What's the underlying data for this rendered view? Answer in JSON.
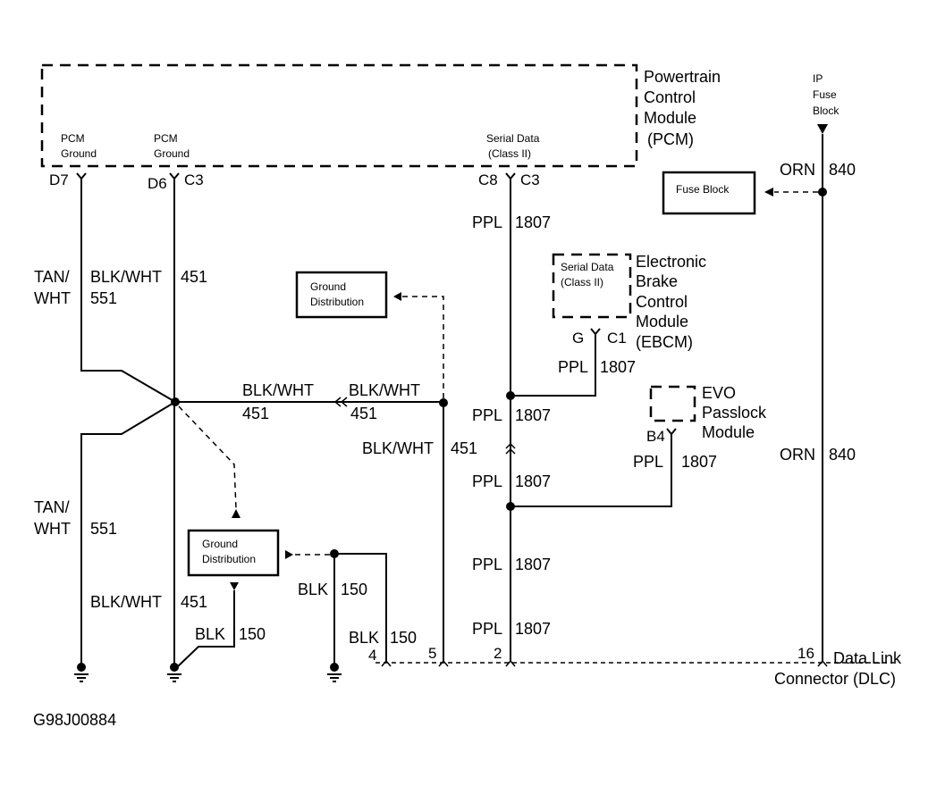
{
  "diagram_id": "G98J00884",
  "modules": {
    "pcm": {
      "name_lines": [
        "Powertrain",
        "Control",
        "Module",
        "(PCM)"
      ],
      "ground1": [
        "PCM",
        "Ground"
      ],
      "ground2": [
        "PCM",
        "Ground"
      ],
      "serial": [
        "Serial Data",
        "(Class II)"
      ],
      "pins": {
        "d7": "D7",
        "d6": "D6",
        "c3a": "C3",
        "c8": "C8",
        "c3b": "C3"
      }
    },
    "ebcm": {
      "name_lines": [
        "Electronic",
        "Brake",
        "Control",
        "Module",
        "(EBCM)"
      ],
      "serial": [
        "Serial Data",
        "(Class II)"
      ],
      "pins": {
        "g": "G",
        "c1": "C1"
      }
    },
    "evo": {
      "name_lines": [
        "EVO",
        "Passlock",
        "Module"
      ],
      "pin": "B4"
    },
    "ip_fuse": [
      "IP",
      "Fuse",
      "Block"
    ],
    "fuse_block": "Fuse Block",
    "ground_dist_1": [
      "Ground",
      "Distribution"
    ],
    "ground_dist_2": [
      "Ground",
      "Distribution"
    ],
    "dlc": {
      "name_lines": [
        "Data Link",
        "Connector (DLC)"
      ],
      "pins": {
        "p4": "4",
        "p5": "5",
        "p2": "2",
        "p16": "16"
      }
    }
  },
  "wires": {
    "tanwht_color": [
      "TAN/",
      "WHT"
    ],
    "tanwht_circuit": "551",
    "blkwht_color": "BLK/WHT",
    "blkwht_circuit": "451",
    "blk_color": "BLK",
    "blk_circuit": "150",
    "ppl_color": "PPL",
    "ppl_circuit": "1807",
    "orn_color": "ORN",
    "orn_circuit": "840"
  }
}
